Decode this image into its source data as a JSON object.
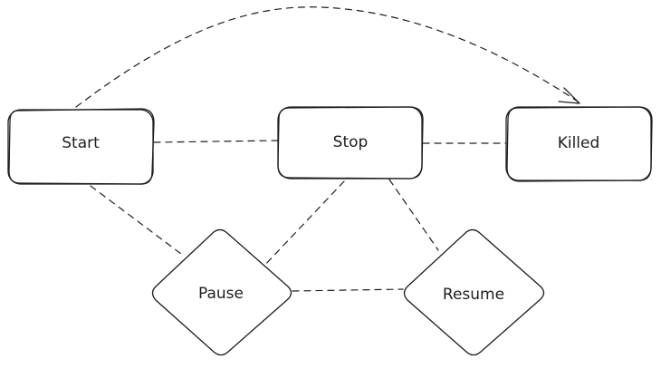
{
  "diagram": {
    "nodes": [
      {
        "id": "start",
        "label": "Start",
        "shape": "rounded-rectangle"
      },
      {
        "id": "stop",
        "label": "Stop",
        "shape": "rounded-rectangle"
      },
      {
        "id": "killed",
        "label": "Killed",
        "shape": "rounded-rectangle"
      },
      {
        "id": "pause",
        "label": "Pause",
        "shape": "diamond"
      },
      {
        "id": "resume",
        "label": "Resume",
        "shape": "diamond"
      }
    ],
    "edges": [
      {
        "from": "start",
        "to": "killed",
        "style": "dashed",
        "curved": true,
        "arrow": true
      },
      {
        "from": "start",
        "to": "stop",
        "style": "dashed",
        "arrow": false
      },
      {
        "from": "stop",
        "to": "killed",
        "style": "dashed",
        "arrow": false
      },
      {
        "from": "start",
        "to": "pause",
        "style": "dashed",
        "arrow": false
      },
      {
        "from": "stop",
        "to": "pause",
        "style": "dashed",
        "arrow": false
      },
      {
        "from": "stop",
        "to": "resume",
        "style": "dashed",
        "arrow": false
      },
      {
        "from": "pause",
        "to": "resume",
        "style": "dashed",
        "arrow": false
      }
    ],
    "colors": {
      "stroke": "#1e1e1e",
      "background": "#ffffff"
    }
  }
}
